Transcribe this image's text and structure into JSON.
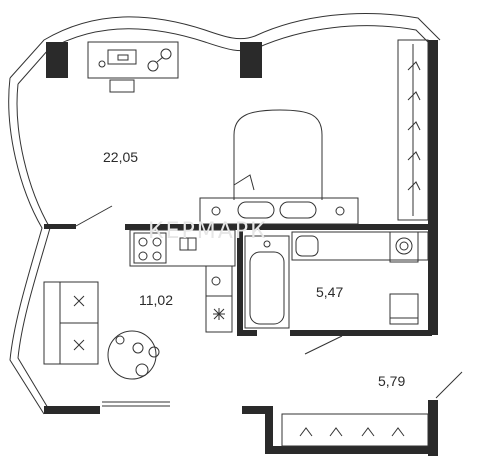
{
  "floor_plan": {
    "rooms": [
      {
        "id": "living-room",
        "area": "22,05"
      },
      {
        "id": "kitchen",
        "area": "11,02"
      },
      {
        "id": "bathroom",
        "area": "5,47"
      },
      {
        "id": "balcony",
        "area": "5,79"
      }
    ],
    "watermark": "КЕРМАРК"
  },
  "colors": {
    "wall": "#2a2a2a",
    "line": "#333333",
    "background": "#ffffff"
  }
}
